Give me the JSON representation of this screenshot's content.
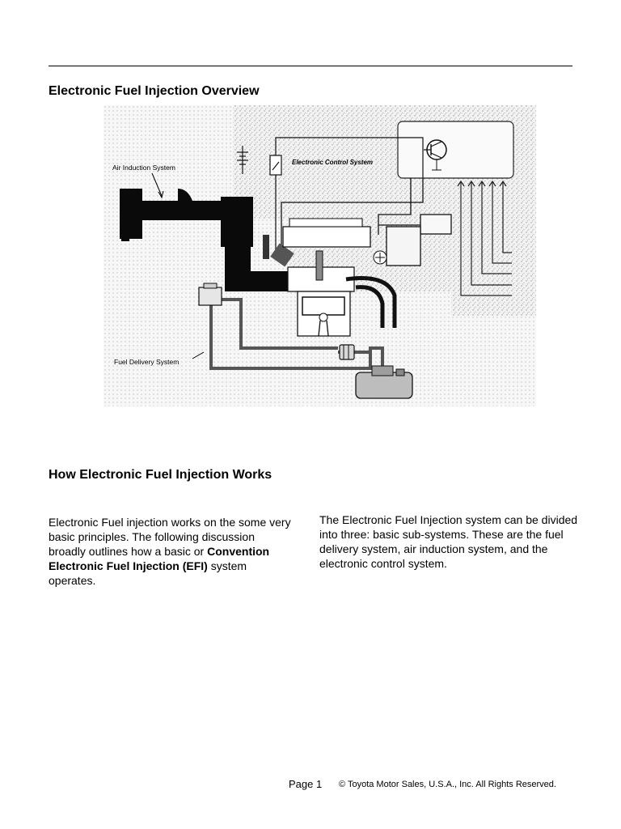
{
  "page": {
    "title": "Electronic Fuel Injection Overview",
    "section_heading": "How Electronic Fuel Injection Works",
    "left_text_1": "Electronic Fuel injection works on the some very basic principles.  The following discussion broadly outlines how a basic or ",
    "left_text_bold": "Convention Electronic Fuel Injection (EFI)",
    "left_text_2": " system operates.",
    "right_text": "The Electronic Fuel Injection system can be divided into three: basic sub-systems. These are the fuel delivery system, air induction system, and the electronic control system.",
    "footer_page": "Page 1",
    "footer_copyright": "© Toyota Motor Sales, U.S.A., Inc. All Rights Reserved."
  },
  "diagram": {
    "label_air": "Air Induction System",
    "label_electronic": "Electronic Control System",
    "label_fuel": "Fuel Delivery System"
  }
}
